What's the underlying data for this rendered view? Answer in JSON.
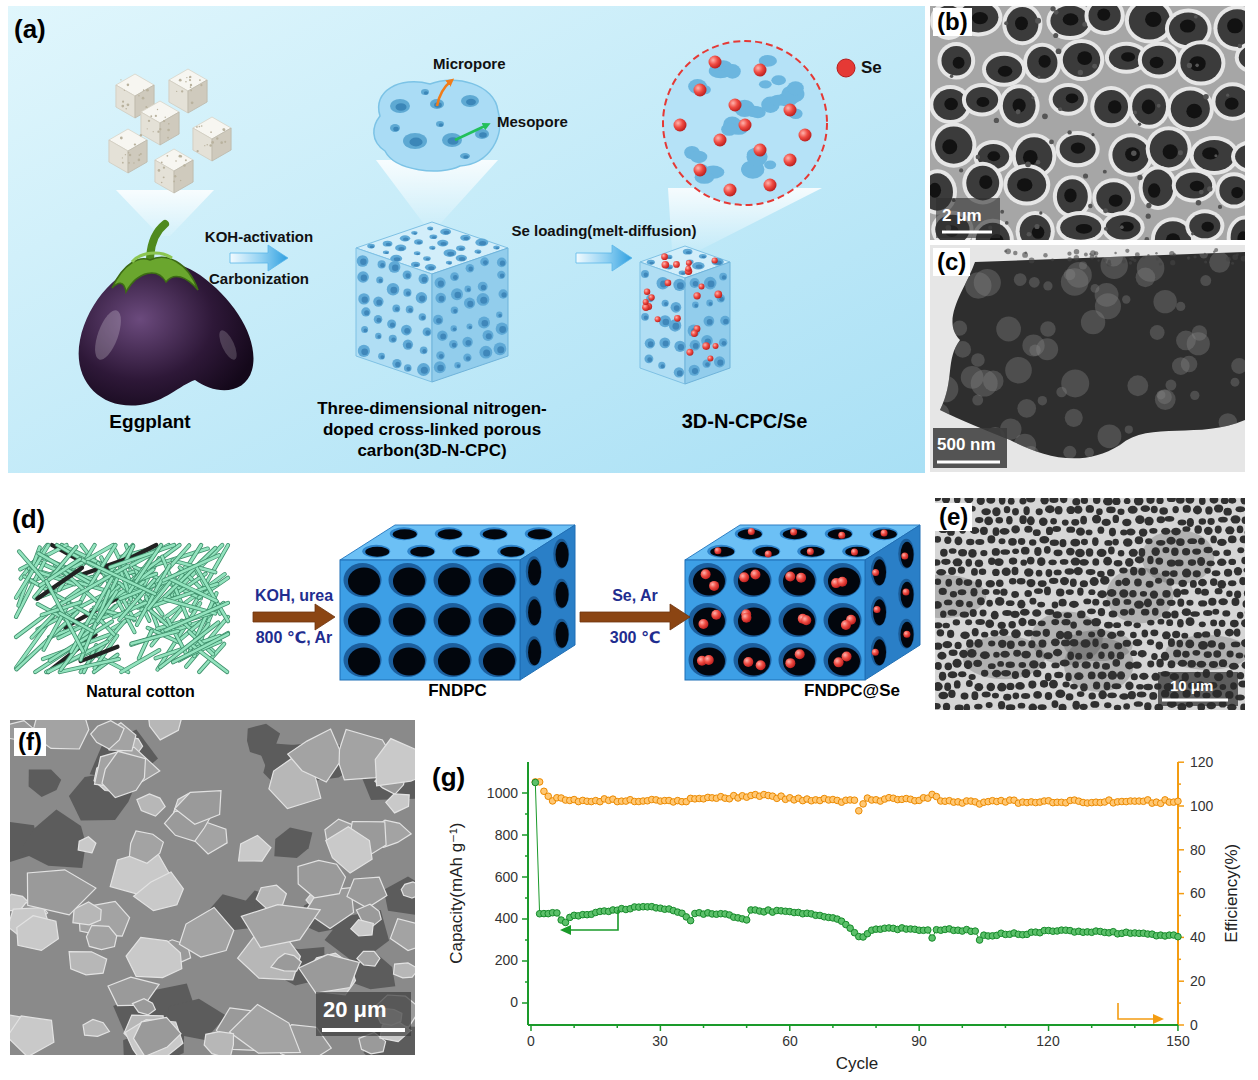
{
  "diagram": {
    "nodes": [
      {
        "text": [
          "Eggplant"
        ]
      },
      {
        "text": [
          "Three-dimensional nitrogen-doped cross-linked porous carbon(3D-N-CPC)"
        ]
      },
      {
        "text": [
          "3D-N-CPC/Se"
        ]
      },
      {
        "text": [
          "Natural cotton"
        ]
      },
      {
        "text": [
          "FNDPC"
        ]
      },
      {
        "text": [
          "FNDPC@Se"
        ]
      }
    ],
    "edges": [
      {
        "from": 0,
        "to": 1,
        "arrow": "to",
        "label": "KOH-activation Carbonization"
      },
      {
        "from": 1,
        "to": 2,
        "arrow": "to",
        "label": "Se loading(melt-diffusion)"
      },
      {
        "from": 3,
        "to": 4,
        "arrow": "to",
        "label": "KOH, urea 800 ℃, Ar"
      },
      {
        "from": 4,
        "to": 5,
        "arrow": "to",
        "label": "Se, Ar 300 ℃"
      }
    ],
    "labels": [
      "(a)",
      "Micropore",
      "Mesopore",
      "(b)",
      "2 μm",
      "(c)",
      "500 nm",
      "(d)",
      "(e)",
      "10 μm",
      "(f)",
      "20 μm",
      "(g)",
      "1000",
      "800",
      "600",
      "400",
      "200",
      "0",
      "120",
      "100",
      "80",
      "60",
      "40",
      "20",
      "0",
      "0",
      "30",
      "60",
      "90",
      "120",
      "150",
      "Capacity(mAh g⁻¹)",
      "Efficiency(%)",
      "Cycle"
    ],
    "legend": [
      {
        "text": "Se",
        "color": "#e53935"
      }
    ]
  }
}
